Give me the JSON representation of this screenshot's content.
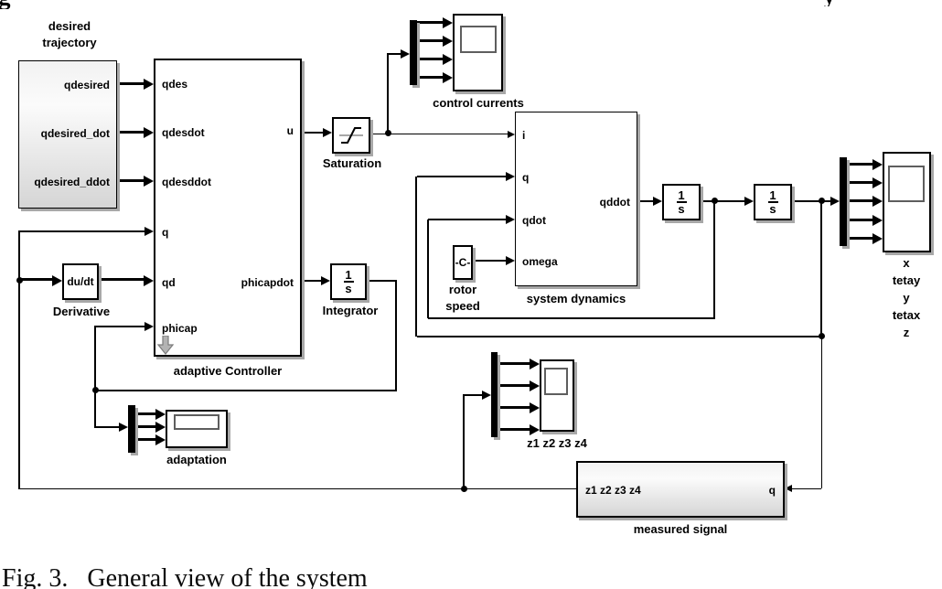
{
  "figure": {
    "caption": "Fig. 3.   General view of the system",
    "top_left_partial": "g",
    "top_right_partial": "y"
  },
  "colors": {
    "wire": "#000000",
    "block_fill": "#ffffff",
    "block_border": "#000000",
    "block_shadow": "#a8a8a8",
    "subsystem_gradient_top": "#f2f2f2",
    "subsystem_gradient_bottom": "#d5d5d5",
    "mux_fill": "#000000",
    "annotation_arrow_fill": "#b3b3b3"
  },
  "blocks": {
    "desired_trajectory": {
      "name_l1": "desired",
      "name_l2": "trajectory",
      "outputs": [
        "qdesired",
        "qdesired_dot",
        "qdesired_ddot"
      ]
    },
    "adaptive_controller": {
      "name": "adaptive Controller",
      "inputs": [
        "qdes",
        "qdesdot",
        "qdesddot",
        "q",
        "qd",
        "phicap"
      ],
      "out_u": "u",
      "out_phicapdot": "phicapdot"
    },
    "saturation": {
      "name": "Saturation"
    },
    "scope_control_currents": {
      "name": "control currents"
    },
    "system_dynamics": {
      "name": "system dynamics",
      "inputs": [
        "i",
        "q",
        "qdot",
        "omega"
      ],
      "output": "qddot"
    },
    "rotor_speed": {
      "value": "-C-",
      "name_l1": "rotor",
      "name_l2": "speed"
    },
    "integrator3": {
      "num": "1",
      "den": "s"
    },
    "integrator4": {
      "num": "1",
      "den": "s"
    },
    "integrator": {
      "num": "1",
      "den": "s",
      "name": "Integrator"
    },
    "derivative": {
      "value": "du/dt",
      "name": "Derivative"
    },
    "display_adaptation": {
      "name": "adaptation"
    },
    "scope_z": {
      "name": "z1 z2 z3 z4"
    },
    "scope_xyz": {
      "signals": [
        "x",
        "tetay",
        "y",
        "tetax",
        "z"
      ]
    },
    "measured_signal": {
      "name": "measured signal",
      "output": "z1 z2 z3 z4",
      "input": "q"
    }
  }
}
